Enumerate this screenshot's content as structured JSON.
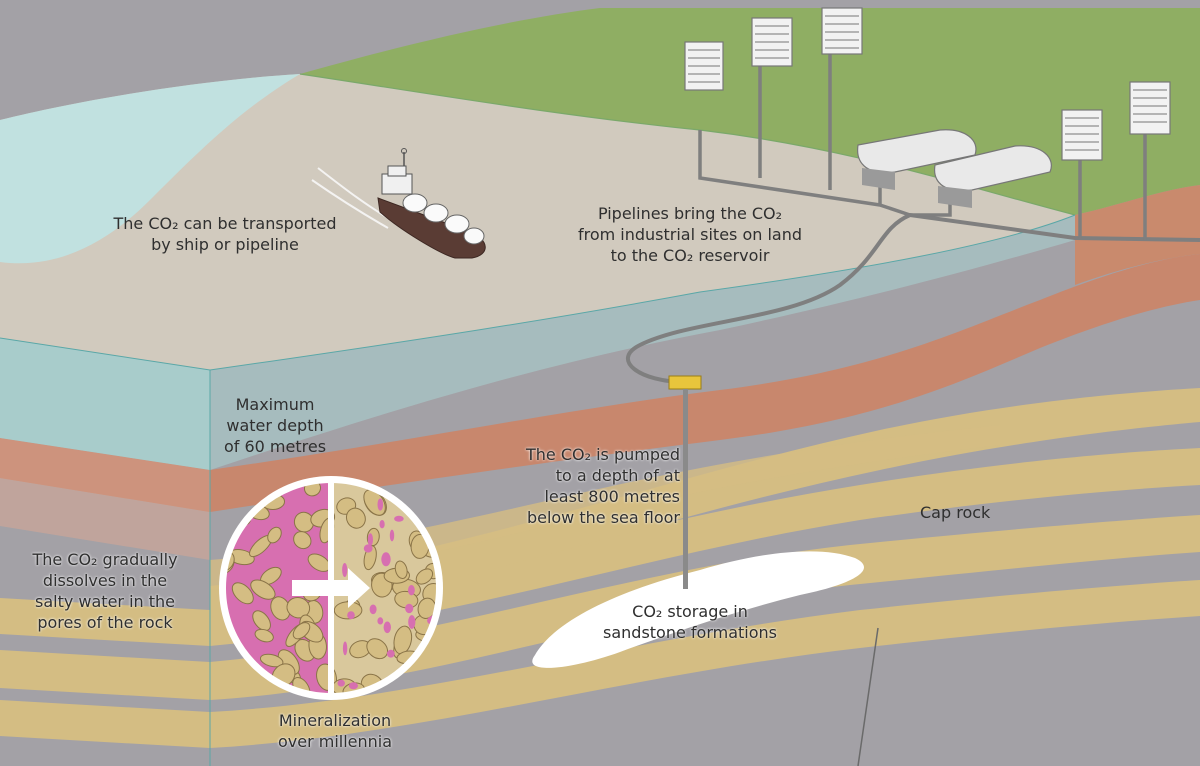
{
  "colors": {
    "grass": "#8fae63",
    "sea": "#bfe3e3",
    "seabed": "#d1cabe",
    "water_cut": "#a9d4d2",
    "clay": "#c8876d",
    "grey_rock": "#a3a1a6",
    "sandstone": "#d4bd83",
    "co2_storage": "#ffffff",
    "mineral_pink": "#d76fb0",
    "outline": "#555555"
  },
  "labels": {
    "ship": [
      "The CO₂ can be transported",
      "by ship or pipeline"
    ],
    "pipelines": [
      "Pipelines bring the CO₂",
      "from industrial sites on land",
      "to the CO₂ reservoir"
    ],
    "water_depth": [
      "Maximum",
      "water depth",
      "of 60 metres"
    ],
    "pumped": [
      "The CO₂ is pumped",
      "to a depth of at",
      "least 800 metres",
      "below the sea floor"
    ],
    "cap_rock": [
      "Cap rock"
    ],
    "dissolves": [
      "The CO₂ gradually",
      "dissolves in the",
      "salty water in the",
      "pores of the rock"
    ],
    "storage": [
      "CO₂ storage in",
      "sandstone formations"
    ],
    "mineralization": [
      "Mineralization",
      "over millennia"
    ]
  }
}
